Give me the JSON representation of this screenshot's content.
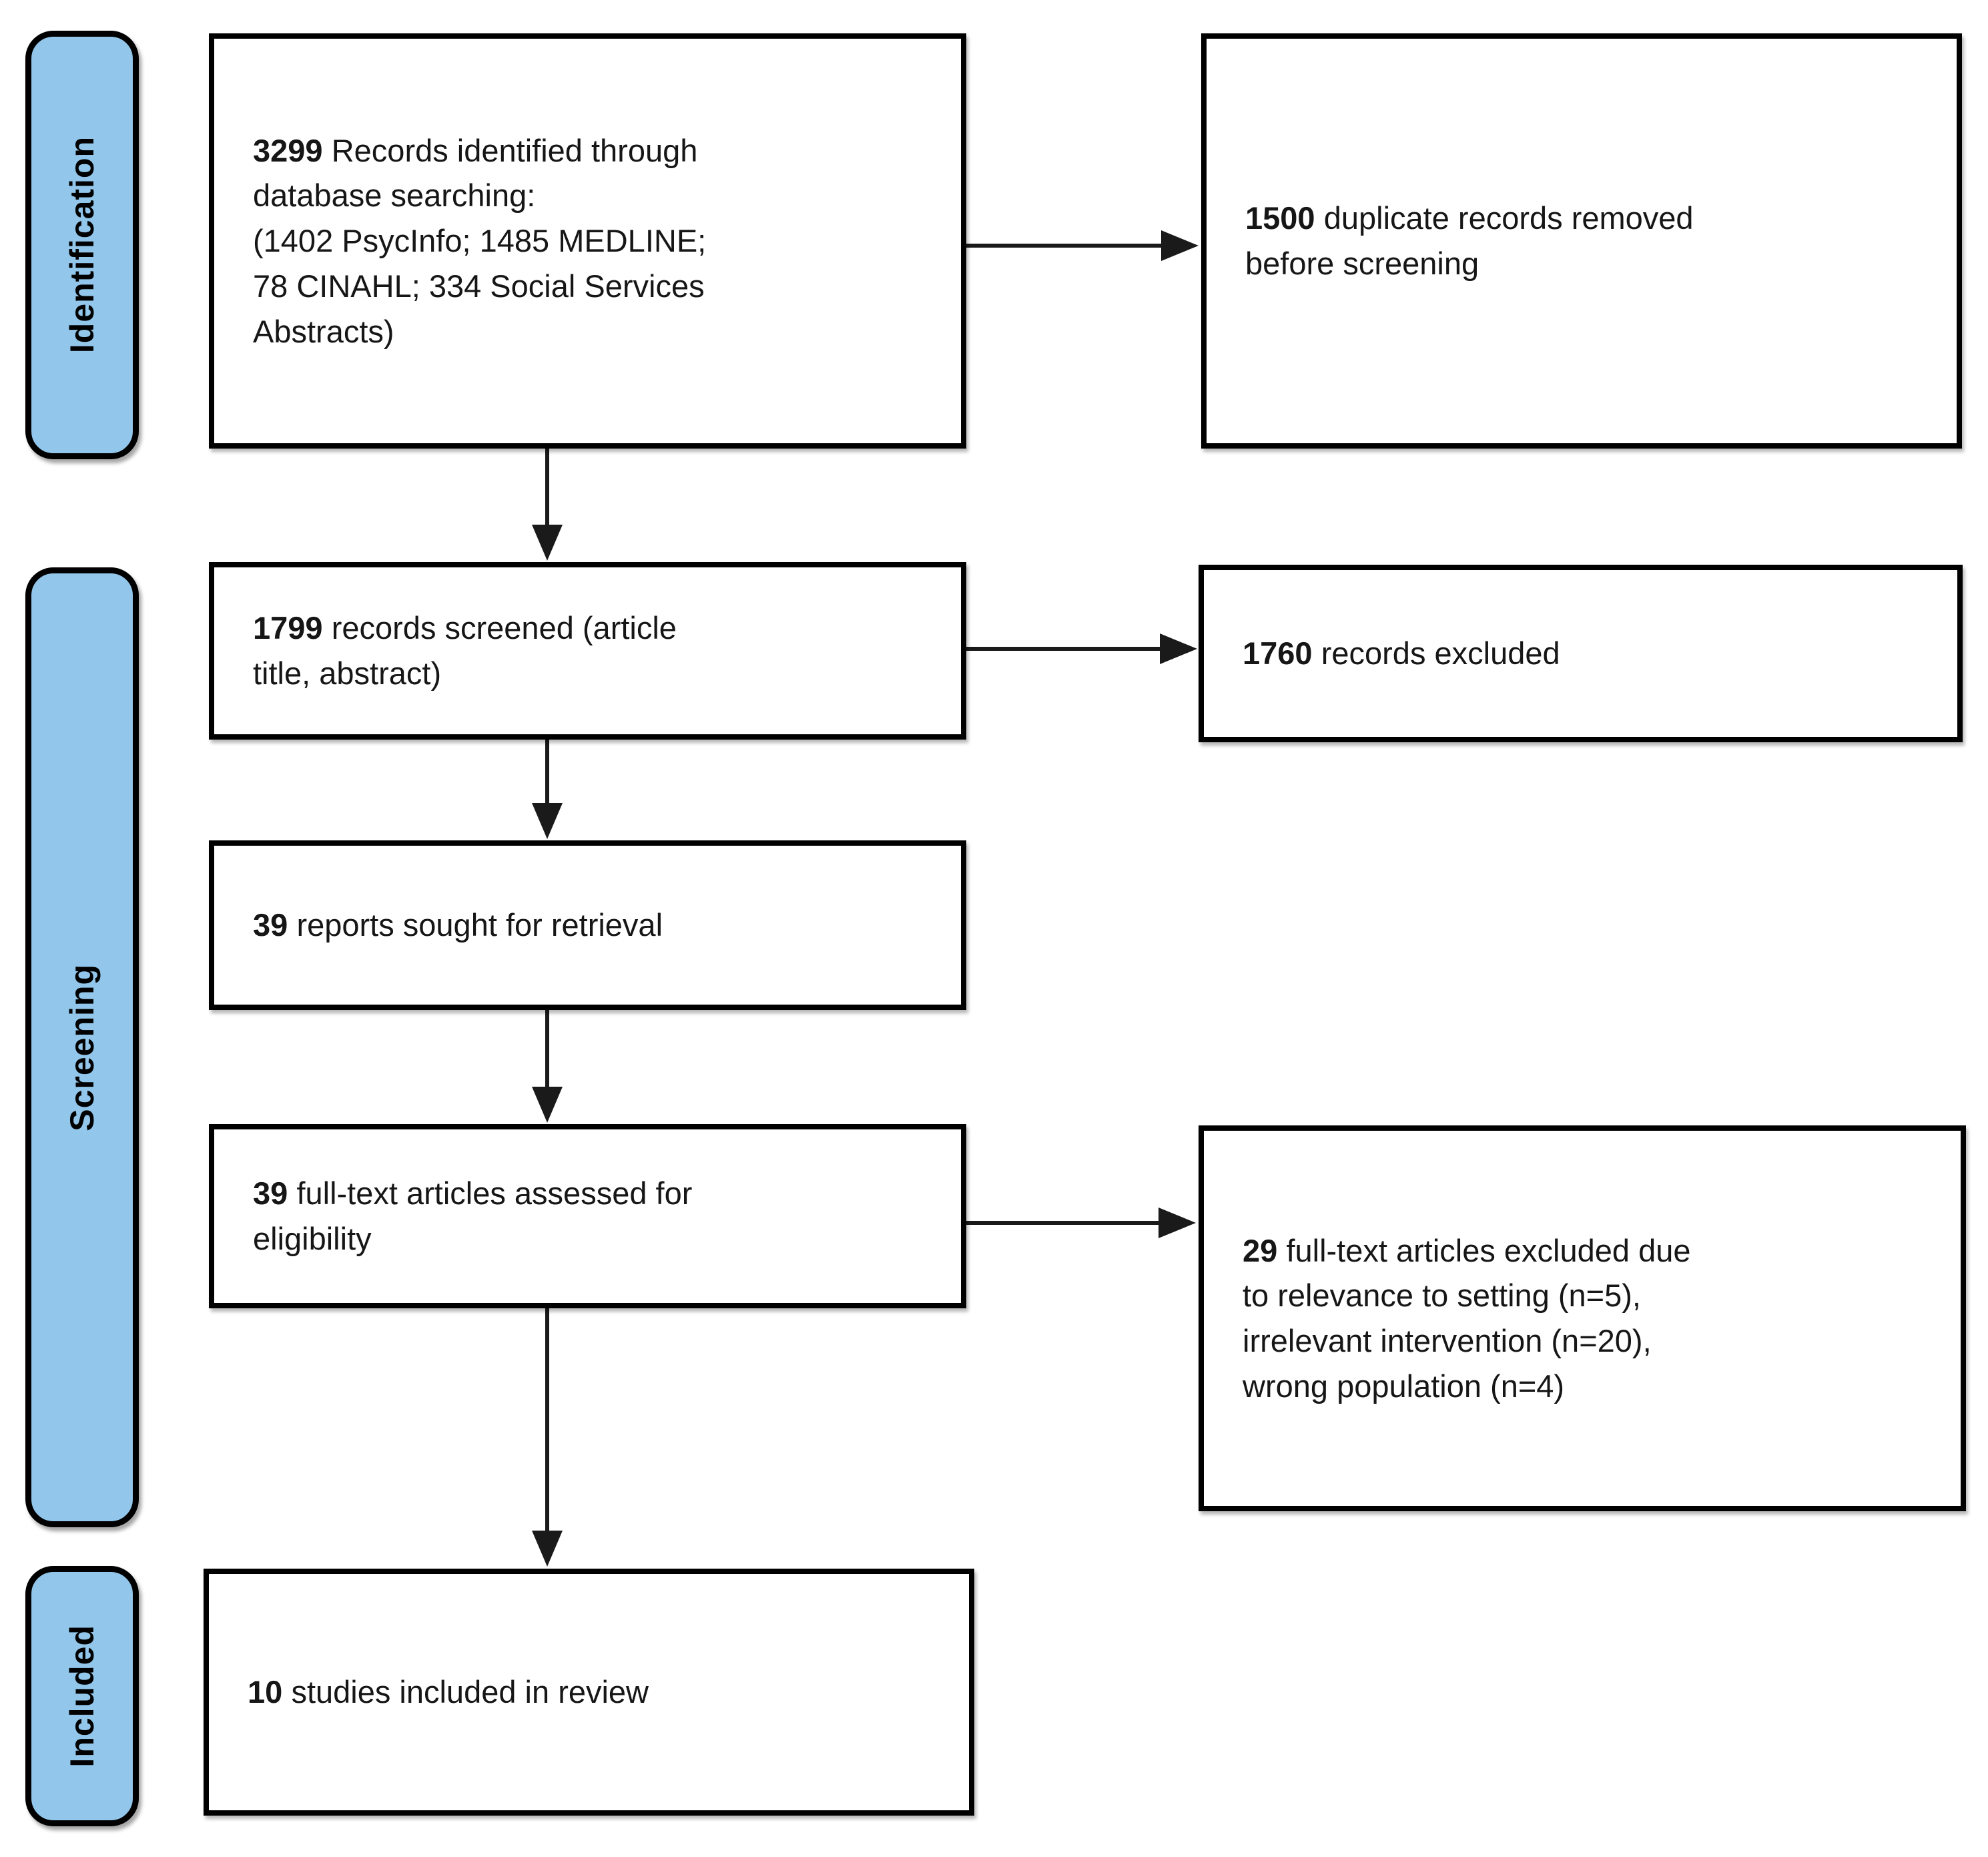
{
  "colors": {
    "stage_fill": "#92C6EA",
    "box_border": "#000000",
    "arrow": "#1A1A1A",
    "background": "#FFFFFF",
    "text": "#161616"
  },
  "stages": [
    {
      "label": "Identification"
    },
    {
      "label": "Screening"
    },
    {
      "label": "Included"
    }
  ],
  "boxes": {
    "records_identified": {
      "count": "3299",
      "line1": "Records identified through database searching:",
      "line2": "(1402 PsycInfo; 1485 MEDLINE; 78 CINAHL; 334 Social Services Abstracts)"
    },
    "duplicates_removed": {
      "count": "1500",
      "text": "duplicate records removed before screening"
    },
    "records_screened": {
      "count": "1799",
      "text": "records screened (article title, abstract)"
    },
    "records_excluded": {
      "count": "1760",
      "text": "records excluded"
    },
    "reports_sought": {
      "count": "39",
      "text": "reports sought for retrieval"
    },
    "fulltext_assessed": {
      "count": "39",
      "text": "full-text articles assessed for eligibility"
    },
    "fulltext_excluded": {
      "count": "29",
      "text": "full-text articles excluded due to relevance to setting (n=5), irrelevant intervention (n=20), wrong population (n=4)"
    },
    "studies_included": {
      "count": "10",
      "text": "studies included in review"
    }
  }
}
